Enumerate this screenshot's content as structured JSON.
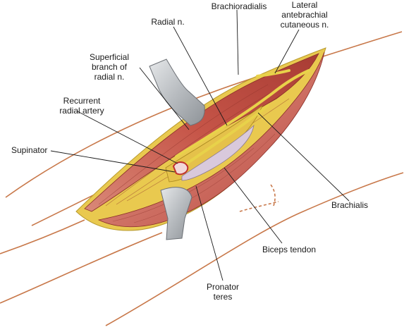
{
  "labels": {
    "brachioradialis": "Brachioradialis",
    "radial_n": "Radial n.",
    "lateral_antebrachial": "Lateral\nantebrachial\ncutaneous n.",
    "superficial_branch": "Superficial\nbranch of\nradial n.",
    "recurrent_radial": "Recurrent\nradial artery",
    "supinator": "Supinator",
    "brachialis": "Brachialis",
    "biceps_tendon": "Biceps tendon",
    "pronator_teres": "Pronator\nteres"
  },
  "colors": {
    "skin_line": "#c8784a",
    "muscle": "#c8524a",
    "muscle_light": "#e0907e",
    "fat": "#e8c84a",
    "retractor": "#c9cccf",
    "tendon": "#d7c8d8",
    "leader": "#1a1a1a"
  }
}
